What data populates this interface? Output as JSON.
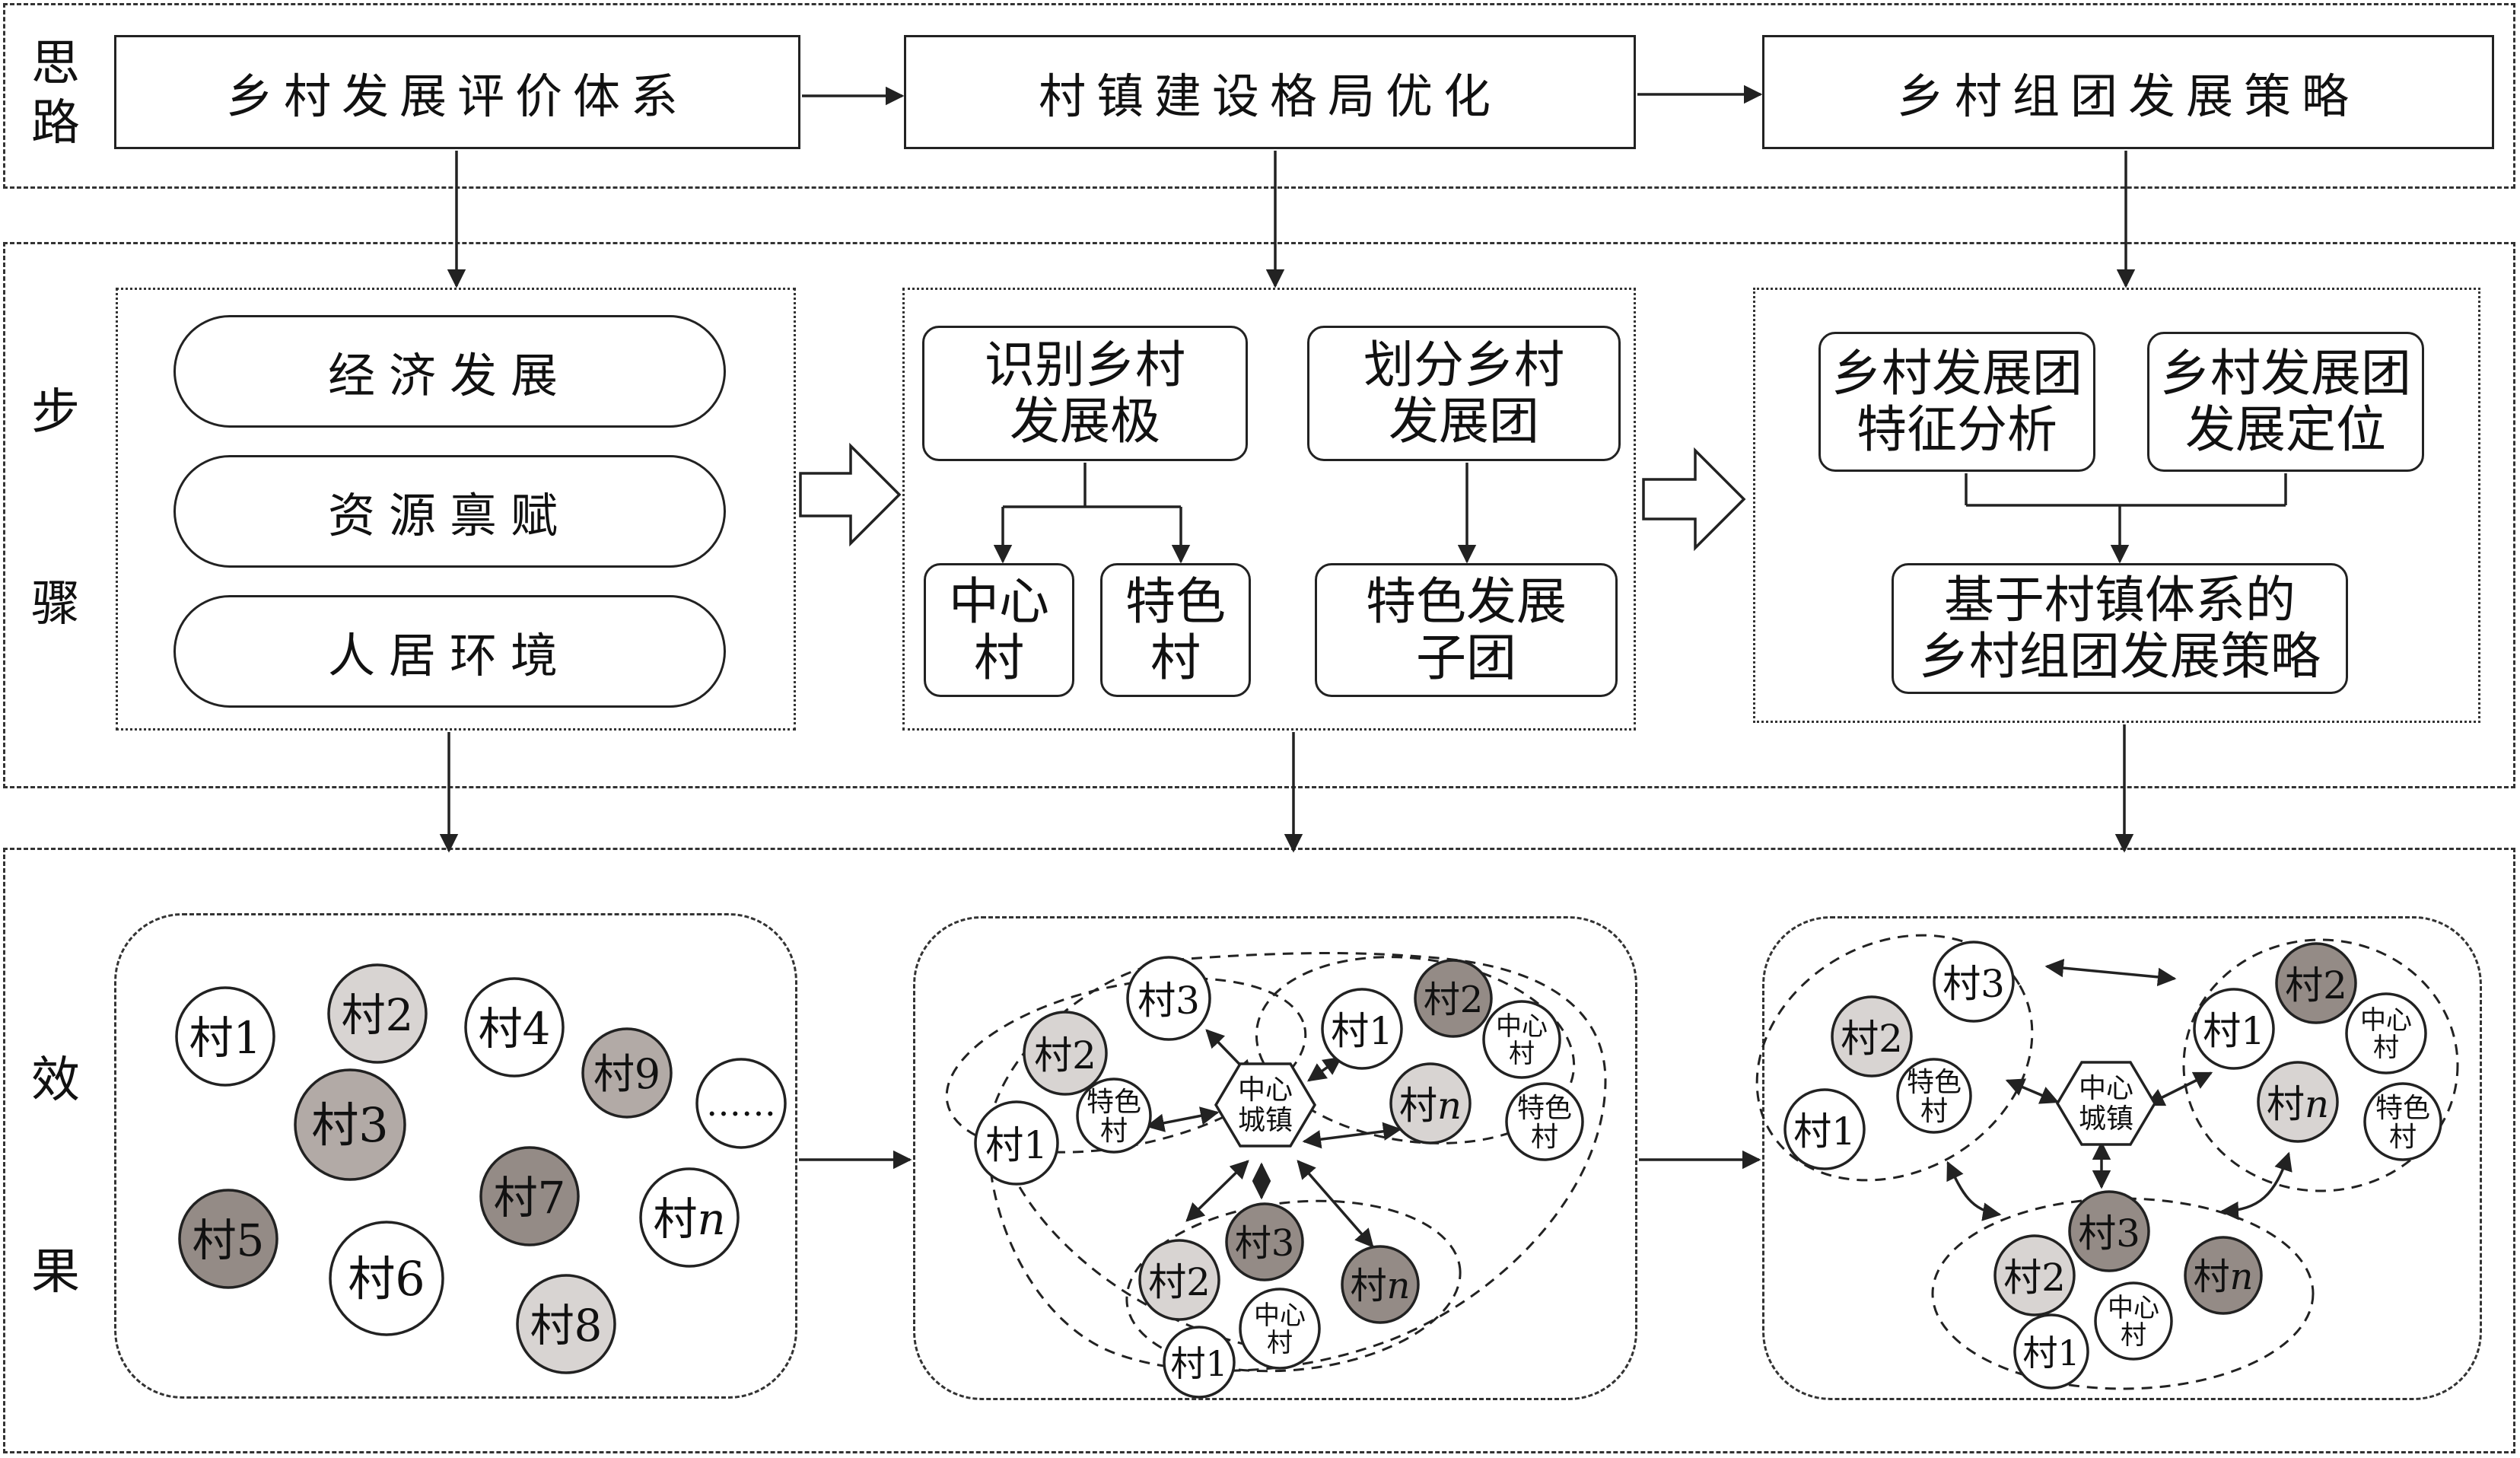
{
  "rows": {
    "thinking": [
      "思",
      "路"
    ],
    "steps": [
      "步",
      "骤"
    ],
    "effect": [
      "效",
      "果"
    ]
  },
  "headers": {
    "evaluation": "乡村发展评价体系",
    "optimization": "村镇建设格局优化",
    "strategy": "乡村组团发展策略"
  },
  "evaluation_items": {
    "economy": "经济发展",
    "resources": "资源禀赋",
    "living": "人居环境"
  },
  "optimization_steps": {
    "identify_l1": "识别乡村",
    "identify_l2": "发展极",
    "divide_l1": "划分乡村",
    "divide_l2": "发展团",
    "center_l1": "中心",
    "center_l2": "村",
    "special_l1": "特色",
    "special_l2": "村",
    "subgroup_l1": "特色发展",
    "subgroup_l2": "子团"
  },
  "strategy_steps": {
    "feature_l1": "乡村发展团",
    "feature_l2": "特征分析",
    "position_l1": "乡村发展团",
    "position_l2": "发展定位",
    "final_l1": "基于村镇体系的",
    "final_l2": "乡村组团发展策略"
  },
  "effect_nodes": {
    "cun1": "村1",
    "cun2": "村2",
    "cun3": "村3",
    "cun4": "村4",
    "cun5": "村5",
    "cun6": "村6",
    "cun7": "村7",
    "cun8": "村8",
    "cun9": "村9",
    "cun_prefix": "村",
    "n": "n",
    "ellipsis": "……",
    "center_town_l1": "中心",
    "center_town_l2": "城镇",
    "center_village_l1": "中心",
    "center_village_l2": "村",
    "special_village_l1": "特色",
    "special_village_l2": "村"
  },
  "colors": {
    "white": "#ffffff",
    "light_gray": "#d8d4d2",
    "mid_gray": "#b2aaa6",
    "dark_gray": "#948b86",
    "stroke": "#222222"
  }
}
